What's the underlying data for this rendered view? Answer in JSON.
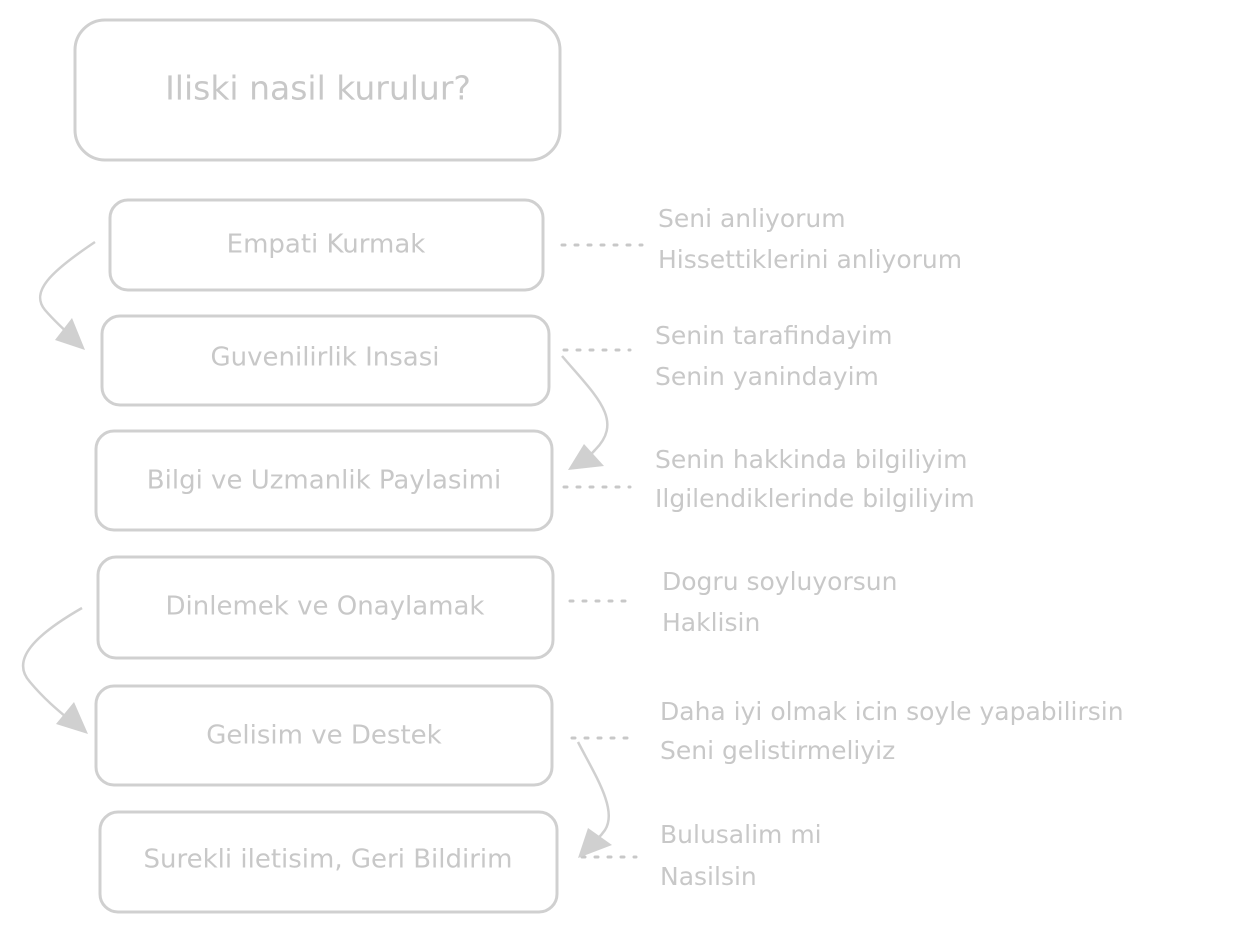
{
  "title": "Iliski nasil kurulur?",
  "steps": [
    {
      "label": "Empati Kurmak",
      "notes": [
        "Seni anliyorum",
        "Hissettiklerini anliyorum"
      ]
    },
    {
      "label": "Guvenilirlik Insasi",
      "notes": [
        "Senin tarafindayim",
        "Senin yanindayim"
      ]
    },
    {
      "label": "Bilgi ve Uzmanlik Paylasimi",
      "notes": [
        "Senin hakkinda bilgiliyim",
        "Ilgilendiklerinde bilgiliyim"
      ]
    },
    {
      "label": "Dinlemek ve Onaylamak",
      "notes": [
        "Dogru soyluyorsun",
        "Haklisin"
      ]
    },
    {
      "label": "Gelisim ve Destek",
      "notes": [
        "Daha iyi olmak icin soyle yapabilirsin",
        "Seni gelistirmeliyiz"
      ]
    },
    {
      "label": "Surekli iletisim, Geri Bildirim",
      "notes": [
        "Bulusalim mi",
        "Nasilsin"
      ]
    }
  ]
}
